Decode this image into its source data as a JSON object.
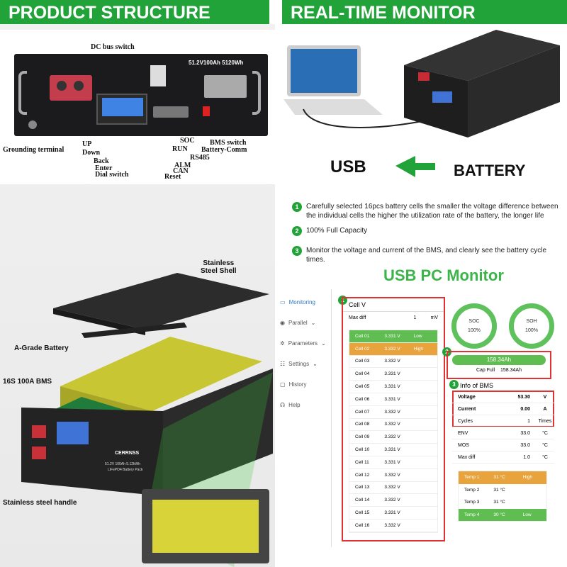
{
  "banners": {
    "left": "PRODUCT STRUCTURE",
    "right": "REAL-TIME MONITOR"
  },
  "structure": {
    "panel_text": "51.2V100Ah  5120Wh",
    "dc_switch": "DC bus switch",
    "grounding": "Grounding terminal",
    "bms_switch": "BMS switch",
    "left_labels": [
      "UP",
      "Down",
      "Back",
      "Enter",
      "Dial switch"
    ],
    "right_labels": [
      "SOC",
      "RUN",
      "Battery-Comm",
      "RS485",
      "ALM",
      "CAN",
      "Reset"
    ],
    "button_labels": [
      "UP",
      "Down",
      "Back",
      "Enter"
    ]
  },
  "exploded": {
    "shell": "Stainless\nSteel Shell",
    "battery": "A-Grade Battery",
    "bms": "16S 100A BMS",
    "handle": "Stainless steel handle",
    "brand": "CERRNSS",
    "model": "51.2V 100Ah 5.12kWh",
    "chem": "LiFePO4 Battery Pack"
  },
  "monitor": {
    "usb": "USB",
    "battery": "BATTERY"
  },
  "bullets": [
    {
      "n": "1",
      "text": "Carefully selected 16pcs battery cells the smaller the voltage difference between the individual cells the higher the utilization rate of the battery, the longer life"
    },
    {
      "n": "2",
      "text": "100% Full Capacity"
    },
    {
      "n": "3",
      "text": "Monitor the voltage and current of the BMS, and clearly see the battery cycle times."
    }
  ],
  "software": {
    "title": "USB PC Monitor",
    "nav": [
      "Monitoring",
      "Parallel",
      "Parameters",
      "Settings",
      "History",
      "Help"
    ],
    "cellv_title": "Cell V",
    "maxdiff_label": "Max diff",
    "maxdiff_value": "1",
    "maxdiff_unit": "mV",
    "cells": [
      {
        "name": "Cell 01",
        "v": "3.331 V",
        "flag": "Low"
      },
      {
        "name": "Cell 02",
        "v": "3.332 V",
        "flag": "High"
      },
      {
        "name": "Cell 03",
        "v": "3.332 V",
        "flag": ""
      },
      {
        "name": "Cell 04",
        "v": "3.331 V",
        "flag": ""
      },
      {
        "name": "Cell 05",
        "v": "3.331 V",
        "flag": ""
      },
      {
        "name": "Cell 06",
        "v": "3.331 V",
        "flag": ""
      },
      {
        "name": "Cell 07",
        "v": "3.332 V",
        "flag": ""
      },
      {
        "name": "Cell 08",
        "v": "3.332 V",
        "flag": ""
      },
      {
        "name": "Cell 09",
        "v": "3.332 V",
        "flag": ""
      },
      {
        "name": "Cell 10",
        "v": "3.331 V",
        "flag": ""
      },
      {
        "name": "Cell 11",
        "v": "3.331 V",
        "flag": ""
      },
      {
        "name": "Cell 12",
        "v": "3.332 V",
        "flag": ""
      },
      {
        "name": "Cell 13",
        "v": "3.332 V",
        "flag": ""
      },
      {
        "name": "Cell 14",
        "v": "3.332 V",
        "flag": ""
      },
      {
        "name": "Cell 15",
        "v": "3.331 V",
        "flag": ""
      },
      {
        "name": "Cell 16",
        "v": "3.332 V",
        "flag": ""
      }
    ],
    "soc_label": "SOC",
    "soc_value": "100%",
    "soh_label": "SOH",
    "soh_value": "100%",
    "capacity": "158.34Ah",
    "capfull_label": "Cap Full",
    "capfull_value": "158.34Ah",
    "bms_title": "Info of BMS",
    "bms": [
      {
        "label": "Voltage",
        "value": "53.30",
        "unit": "V",
        "bold": true
      },
      {
        "label": "Current",
        "value": "0.00",
        "unit": "A",
        "bold": true
      },
      {
        "label": "Cycles",
        "value": "1",
        "unit": "Times",
        "bold": false
      },
      {
        "label": "ENV",
        "value": "33.0",
        "unit": "°C",
        "bold": false
      },
      {
        "label": "MOS",
        "value": "33.0",
        "unit": "°C",
        "bold": false
      },
      {
        "label": "Max diff",
        "value": "1.0",
        "unit": "°C",
        "bold": false
      }
    ],
    "temps": [
      {
        "name": "Temp 1",
        "v": "31 °C",
        "flag": "High"
      },
      {
        "name": "Temp 2",
        "v": "31 °C",
        "flag": ""
      },
      {
        "name": "Temp 3",
        "v": "31 °C",
        "flag": ""
      },
      {
        "name": "Temp 4",
        "v": "30 °C",
        "flag": "Low"
      }
    ]
  },
  "colors": {
    "green": "#22a33a",
    "high": "#e8a33c",
    "low": "#5fbd52",
    "red": "#e03232"
  }
}
